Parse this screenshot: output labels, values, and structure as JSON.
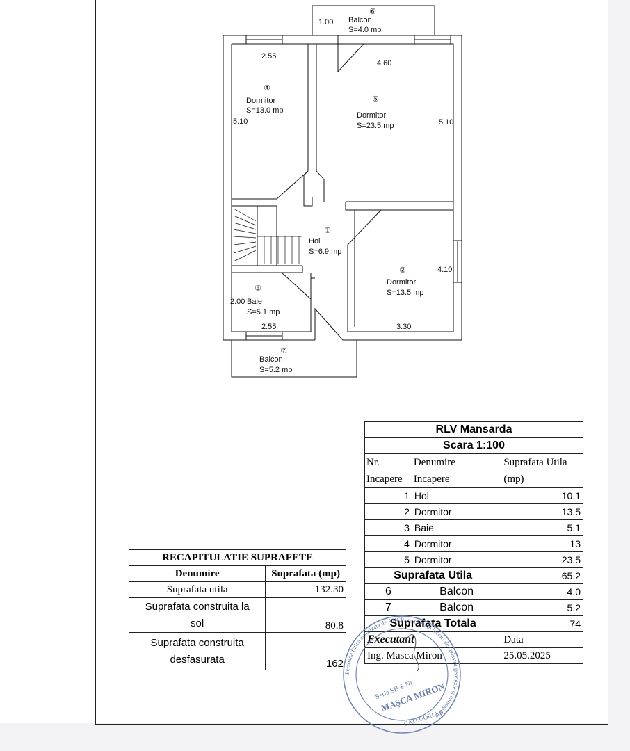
{
  "plan": {
    "rooms": [
      {
        "num": "①",
        "name": "Hol",
        "area": "S=6.9 mp"
      },
      {
        "num": "②",
        "name": "Dormitor",
        "area": "S=13.5 mp"
      },
      {
        "num": "③",
        "name": "Baie",
        "area": "S=5.1 mp"
      },
      {
        "num": "④",
        "name": "Dormitor",
        "area": "S=13.0 mp"
      },
      {
        "num": "⑤",
        "name": "Dormitor",
        "area": "S=23.5 mp"
      },
      {
        "num": "⑥",
        "name": "Balcon",
        "area": "S=4.0 mp"
      },
      {
        "num": "⑦",
        "name": "Balcon",
        "area": "S=5.2 mp"
      }
    ],
    "dims": {
      "balcony_top": "1.00",
      "room4_width": "2.55",
      "room4_height": "5.10",
      "room5_width": "4.60",
      "room5_height": "5.10",
      "room2_height": "4.10",
      "bath_height": "2.00",
      "bath_width": "2.55",
      "room2_width": "3.30"
    }
  },
  "rlv": {
    "title": "RLV Mansarda",
    "scale": "Scara 1:100",
    "headers": {
      "nr1": "Nr.",
      "nr2": "Incapere",
      "den1": "Denumire",
      "den2": "Incapere",
      "sup1": "Suprafata Utila",
      "sup2": "(mp)"
    },
    "rooms": [
      {
        "nr": "1",
        "name": "Hol",
        "area": "10.1"
      },
      {
        "nr": "2",
        "name": "Dormitor",
        "area": "13.5"
      },
      {
        "nr": "3",
        "name": "Baie",
        "area": "5.1"
      },
      {
        "nr": "4",
        "name": "Dormitor",
        "area": "13"
      },
      {
        "nr": "5",
        "name": "Dormitor",
        "area": "23.5"
      }
    ],
    "utila_label": "Suprafata Utila",
    "utila_value": "65.2",
    "balconies": [
      {
        "nr": "6",
        "name": "Balcon",
        "area": "4.0"
      },
      {
        "nr": "7",
        "name": "Balcon",
        "area": "5.2"
      }
    ],
    "totala_label": "Suprafata Totala",
    "totala_value": "74",
    "executant_label": "Executant",
    "data_label": "Data",
    "executant_name": "Ing. Masca Miron",
    "date": "25.05.2025"
  },
  "recap": {
    "title": "RECAPITULATIE SUPRAFETE",
    "col1": "Denumire",
    "col2": "Suprafata (mp)",
    "row1_label": "Suprafata utila",
    "row1_value": "132.30",
    "row2_label1": "Suprafata construita la",
    "row2_label2": "sol",
    "row2_value": "80.8",
    "row3_label1": "Suprafata construita",
    "row3_label2": "desfasurata",
    "row3_value": "162"
  },
  "stamp": {
    "name": "MAŞCA MIRON",
    "series": "Seria SB-F Nr.",
    "category": "CATEGORIA B",
    "ring_text": "Persoana fizica autorizata de ANCPI sa execute lucrari de cadastru geodezie si cartografie"
  }
}
